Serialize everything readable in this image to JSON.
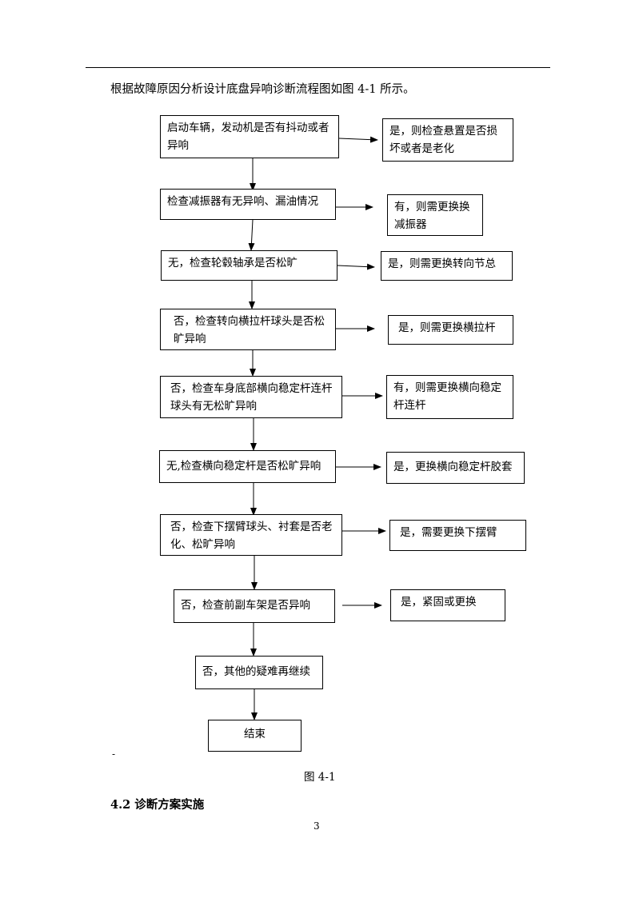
{
  "intro_text": "根据故障原因分析设计底盘异响诊断流程图如图 4-1 所示。",
  "flowchart": {
    "steps": [
      {
        "text": "启动车辆，发动机是否有抖动或者异响",
        "result": "是，则检查悬置是否损坏或者是老化"
      },
      {
        "text": "检查减振器有无异响、漏油情况",
        "result": "有，则需更换换减振器"
      },
      {
        "text": "无，检查轮毂轴承是否松旷",
        "result": "是，则需更换转向节总"
      },
      {
        "text": "否，检查转向横拉杆球头是否松旷异响",
        "result": "是，则需更换横拉杆"
      },
      {
        "text": "否，检查车身底部横向稳定杆连杆球头有无松旷异响",
        "result": "有，则需更换横向稳定杆连杆"
      },
      {
        "text": "无,检查横向稳定杆是否松旷异响",
        "result": "是，更换横向稳定杆胶套"
      },
      {
        "text": "否，检查下摆臂球头、衬套是否老化、松旷异响",
        "result": "是，需要更换下摆臂"
      },
      {
        "text": "否，检查前副车架是否异响",
        "result": "是，紧固或更换"
      }
    ],
    "final_step": "否，其他的疑难再继续",
    "end_label": "结束"
  },
  "stray_mark": "-",
  "figure_caption": "图 4-1",
  "section_heading": "4.2  诊断方案实施",
  "page_number": "3"
}
